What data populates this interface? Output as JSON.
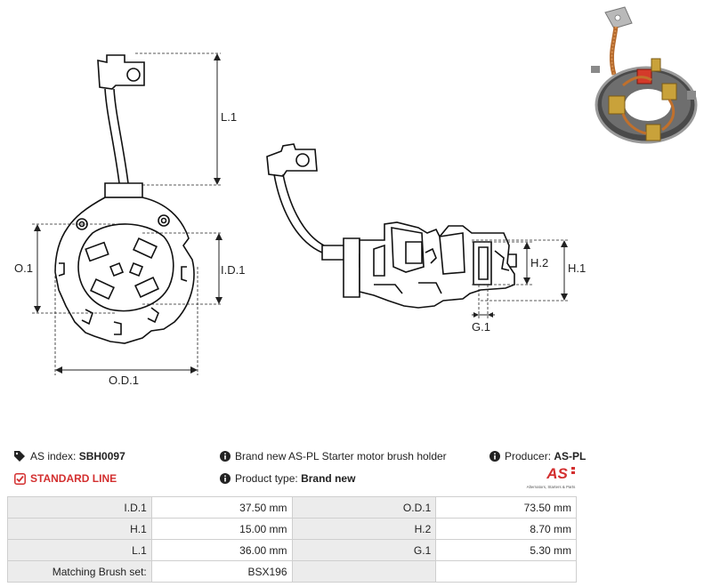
{
  "dimensions": {
    "l1": "L.1",
    "o1": "O.1",
    "id1": "I.D.1",
    "od1": "O.D.1",
    "h2": "H.2",
    "h1": "H.1",
    "g1": "G.1"
  },
  "info": {
    "as_index_label": "AS index:",
    "as_index_value": "SBH0097",
    "standard_line": "STANDARD LINE",
    "description": "Brand new AS-PL Starter motor brush holder",
    "product_type_label": "Product type:",
    "product_type_value": "Brand new",
    "producer_label": "Producer:",
    "producer_value": "AS-PL"
  },
  "logo": {
    "mark": "AS",
    "tagline": "Alternators, Starters & Parts"
  },
  "specs": {
    "rows": [
      {
        "label1": "I.D.1",
        "value1": "37.50 mm",
        "label2": "O.D.1",
        "value2": "73.50 mm"
      },
      {
        "label1": "H.1",
        "value1": "15.00 mm",
        "label2": "H.2",
        "value2": "8.70 mm"
      },
      {
        "label1": "L.1",
        "value1": "36.00 mm",
        "label2": "G.1",
        "value2": "5.30 mm"
      },
      {
        "label1": "Matching Brush set:",
        "value1": "BSX196",
        "label2": "",
        "value2": ""
      }
    ]
  },
  "colors": {
    "accent_red": "#d32f2f",
    "table_label_bg": "#ececec",
    "table_border": "#cfcfcf"
  }
}
